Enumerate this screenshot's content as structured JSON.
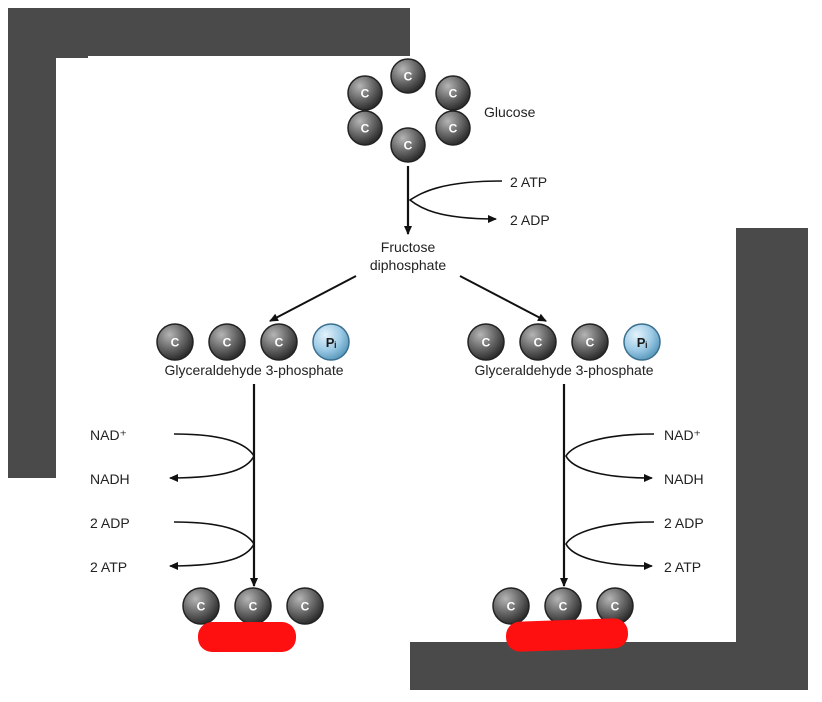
{
  "colors": {
    "frame": "#4a4a4a",
    "atom": "#6a6a6a",
    "phosphate": "#9ecbe6",
    "redaction": "#ff1010",
    "arrow": "#111111"
  },
  "atom_label": "C",
  "phosphate_label": "Pᵢ",
  "glucose": {
    "label": "Glucose"
  },
  "step1": {
    "input": "2 ATP",
    "output": "2 ADP"
  },
  "fructose": {
    "line1": "Fructose",
    "line2": "diphosphate"
  },
  "g3p_left": {
    "label": "Glyceraldehyde 3-phosphate"
  },
  "g3p_right": {
    "label": "Glyceraldehyde 3-phosphate"
  },
  "left_branch": {
    "nad": "NAD⁺",
    "nadh": "NADH",
    "adp": "2 ADP",
    "atp": "2 ATP"
  },
  "right_branch": {
    "nad": "NAD⁺",
    "nadh": "NADH",
    "adp": "2 ADP",
    "atp": "2 ATP"
  }
}
